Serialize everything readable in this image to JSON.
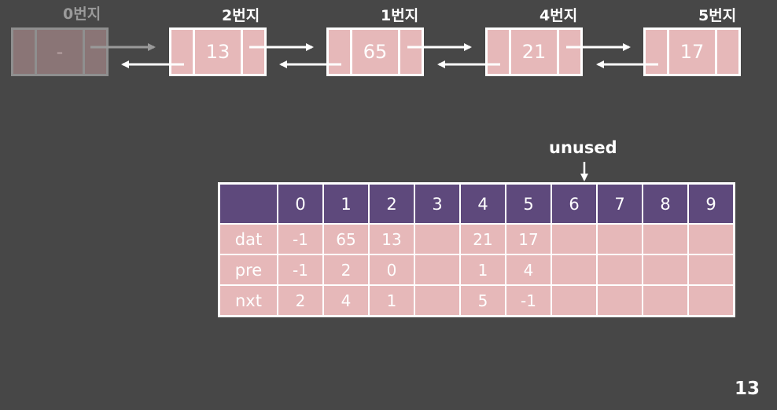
{
  "nodes": [
    {
      "label": "0번지",
      "value": "-"
    },
    {
      "label": "2번지",
      "value": "13"
    },
    {
      "label": "1번지",
      "value": "65"
    },
    {
      "label": "4번지",
      "value": "21"
    },
    {
      "label": "5번지",
      "value": "17"
    }
  ],
  "unused_label": "unused",
  "table": {
    "indices": [
      "0",
      "1",
      "2",
      "3",
      "4",
      "5",
      "6",
      "7",
      "8",
      "9"
    ],
    "rows": [
      {
        "name": "dat",
        "cells": [
          "-1",
          "65",
          "13",
          "",
          "21",
          "17",
          "",
          "",
          "",
          ""
        ]
      },
      {
        "name": "pre",
        "cells": [
          "-1",
          "2",
          "0",
          "",
          "1",
          "4",
          "",
          "",
          "",
          ""
        ]
      },
      {
        "name": "nxt",
        "cells": [
          "2",
          "4",
          "1",
          "",
          "5",
          "-1",
          "",
          "",
          "",
          ""
        ]
      }
    ]
  },
  "page_number": "13",
  "colors": {
    "background": "#474747",
    "node_fill": "#e6b8b9",
    "header_fill": "#5e497c",
    "dim_node_fill": "#8a7576"
  }
}
